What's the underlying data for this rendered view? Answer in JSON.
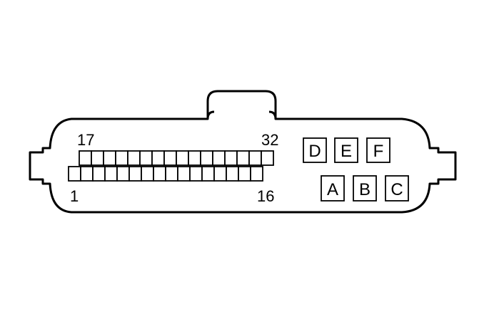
{
  "connector": {
    "row_labels": {
      "top_left": "17",
      "top_right": "32",
      "bottom_left": "1",
      "bottom_right": "16"
    },
    "top_row_pin_count": 16,
    "bottom_row_pin_count": 16,
    "large_cavities_top": [
      "D",
      "E",
      "F"
    ],
    "large_cavities_bottom": [
      "A",
      "B",
      "C"
    ]
  }
}
